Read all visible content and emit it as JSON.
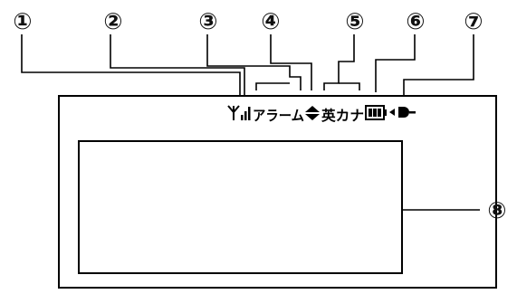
{
  "callouts": [
    {
      "number": "①",
      "target": "antenna-icon"
    },
    {
      "number": "②",
      "target": "signal-bars-icon"
    },
    {
      "number": "③",
      "target": "alarm-indicator"
    },
    {
      "number": "④",
      "target": "scroll-arrows-icon"
    },
    {
      "number": "⑤",
      "target": "input-mode-indicator"
    },
    {
      "number": "⑥",
      "target": "battery-icon"
    },
    {
      "number": "⑦",
      "target": "ac-plug-icon"
    },
    {
      "number": "⑧",
      "target": "display-text-area"
    }
  ],
  "status_bar": {
    "alarm_text": "アラーム",
    "input_mode_text": "英カナ"
  },
  "colors": {
    "line": "#000000",
    "background": "#ffffff"
  }
}
